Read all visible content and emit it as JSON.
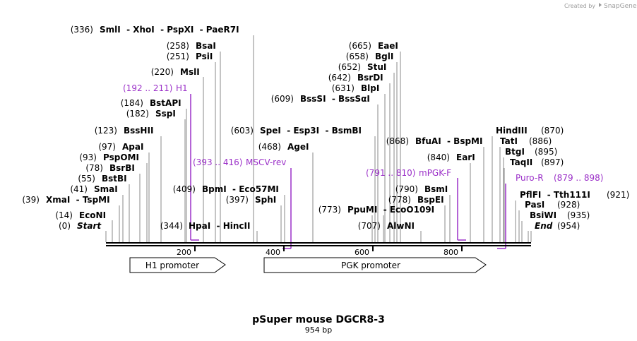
{
  "credit": {
    "prefix": "Created by",
    "brand": "SnapGene"
  },
  "title": "pSuper mouse DGCR8-3",
  "subtitle": "954 bp",
  "ruler_ticks": [
    "200",
    "400",
    "600",
    "800"
  ],
  "sites": [
    {
      "pos": "(336)",
      "name": "SmlI  - XhoI  - PspXI  - PaeR7I"
    },
    {
      "pos": "(258)",
      "name": "BsaI"
    },
    {
      "pos": "(251)",
      "name": "PsiI"
    },
    {
      "pos": "(220)",
      "name": "MslI"
    },
    {
      "pos": "(184)",
      "name": "BstAPI"
    },
    {
      "pos": "(182)",
      "name": "SspI"
    },
    {
      "pos": "(123)",
      "name": "BssHII"
    },
    {
      "pos": "(97)",
      "name": "ApaI"
    },
    {
      "pos": "(93)",
      "name": "PspOMI"
    },
    {
      "pos": "(78)",
      "name": "BsrBI"
    },
    {
      "pos": "(55)",
      "name": "BstBI"
    },
    {
      "pos": "(41)",
      "name": "SmaI"
    },
    {
      "pos": "(39)",
      "name": "XmaI  - TspMI"
    },
    {
      "pos": "(14)",
      "name": "EcoNI"
    },
    {
      "pos": "(0)",
      "name": "Start"
    },
    {
      "pos": "(409)",
      "name": "BpmI  - Eco57MI"
    },
    {
      "pos": "(397)",
      "name": "SphI"
    },
    {
      "pos": "(344)",
      "name": "HpaI  - HincII"
    },
    {
      "pos": "(603)",
      "name": "SpeI  - Esp3I  - BsmBI"
    },
    {
      "pos": "(468)",
      "name": "AgeI"
    },
    {
      "pos": "(665)",
      "name": "EaeI"
    },
    {
      "pos": "(658)",
      "name": "BglI"
    },
    {
      "pos": "(652)",
      "name": "StuI"
    },
    {
      "pos": "(642)",
      "name": "BsrDI"
    },
    {
      "pos": "(631)",
      "name": "BlpI"
    },
    {
      "pos": "(609)",
      "name": "BssSI  - BssSαI"
    },
    {
      "pos": "(868)",
      "name": "BfuAI  - BspMI"
    },
    {
      "pos": "(840)",
      "name": "EarI"
    },
    {
      "pos": "(790)",
      "name": "BsmI"
    },
    {
      "pos": "(778)",
      "name": "BspEI"
    },
    {
      "pos": "(773)",
      "name": "PpuMI  - EcoO109I"
    },
    {
      "pos": "(707)",
      "name": "AlwNI"
    },
    {
      "pos": "(870)",
      "name": "HindIII"
    },
    {
      "pos": "(886)",
      "name": "TatI"
    },
    {
      "pos": "(895)",
      "name": "BtgI"
    },
    {
      "pos": "(897)",
      "name": "TaqII"
    },
    {
      "pos": "(921)",
      "name": "PflFI  - Tth111I"
    },
    {
      "pos": "(928)",
      "name": "PasI"
    },
    {
      "pos": "(935)",
      "name": "BsiWI"
    },
    {
      "pos": "(954)",
      "name": "End"
    }
  ],
  "primers": [
    {
      "range": "(192 .. 211)",
      "name": "H1"
    },
    {
      "range": "(393 .. 416)",
      "name": "MSCV-rev"
    },
    {
      "range": "(791 .. 810)",
      "name": "mPGK-F"
    },
    {
      "range": "(879 .. 898)",
      "name": "Puro-R"
    }
  ],
  "features": [
    {
      "name": "H1 promoter"
    },
    {
      "name": "PGK promoter"
    }
  ],
  "colors": {
    "primer": "#9b30c8",
    "backbone": "#000000",
    "leader": "#888888"
  }
}
